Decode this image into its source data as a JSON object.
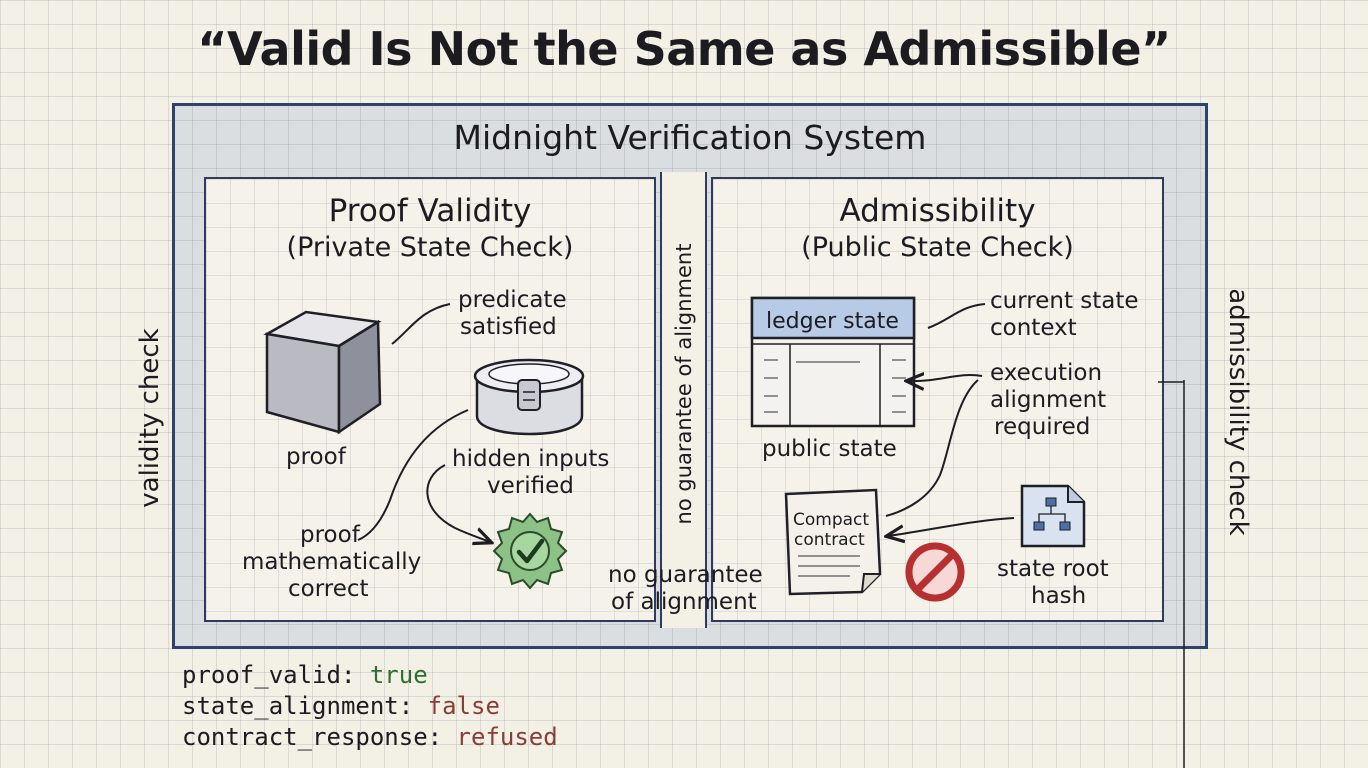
{
  "title": "“Valid Is Not the Same as Admissible”",
  "system": {
    "label": "Midnight Verification System"
  },
  "left_panel": {
    "heading": "Proof Validity",
    "subheading": "(Private State Check)",
    "proof_label": "proof",
    "predicate_label_1": "predicate",
    "predicate_label_2": "satisfied",
    "hidden_label_1": "hidden inputs",
    "hidden_label_2": "verified",
    "math_label_1": "proof",
    "math_label_2": "mathematically",
    "math_label_3": "correct"
  },
  "right_panel": {
    "heading": "Admissibility",
    "subheading": "(Public State Check)",
    "ledger_label": "ledger state",
    "public_state_label": "public state",
    "current_state_1": "current state",
    "current_state_2": "context",
    "execution_1": "execution",
    "execution_2": "alignment",
    "execution_3": "required",
    "contract_1": "Compact",
    "contract_2": "contract",
    "state_root_1": "state root",
    "state_root_2": "hash"
  },
  "side_labels": {
    "validity": "validity check",
    "admissibility": "admissibility check",
    "divider": "no guarantee of alignment",
    "bottom_1": "no guarantee",
    "bottom_2": "of alignment"
  },
  "code": {
    "proof_valid_key": "proof_valid: ",
    "proof_valid_value": "true",
    "state_alignment_key": "state_alignment: ",
    "state_alignment_value": "false",
    "contract_response_key": "contract_response: ",
    "contract_response_value": "refused"
  },
  "colors": {
    "frame_fill": "#c9d4ea",
    "frame_border": "#31416e",
    "true_value": "#2f6f2f",
    "false_value": "#8a3d34",
    "check_badge": "#7fb37a",
    "prohibited": "#c0393b"
  },
  "icons": {
    "proof": "cube-icon",
    "hidden_inputs": "sealed-container-icon",
    "verified": "check-badge-icon",
    "ledger": "ledger-table-icon",
    "contract": "contract-document-icon",
    "refused": "prohibited-icon",
    "state_root": "hash-file-icon"
  }
}
